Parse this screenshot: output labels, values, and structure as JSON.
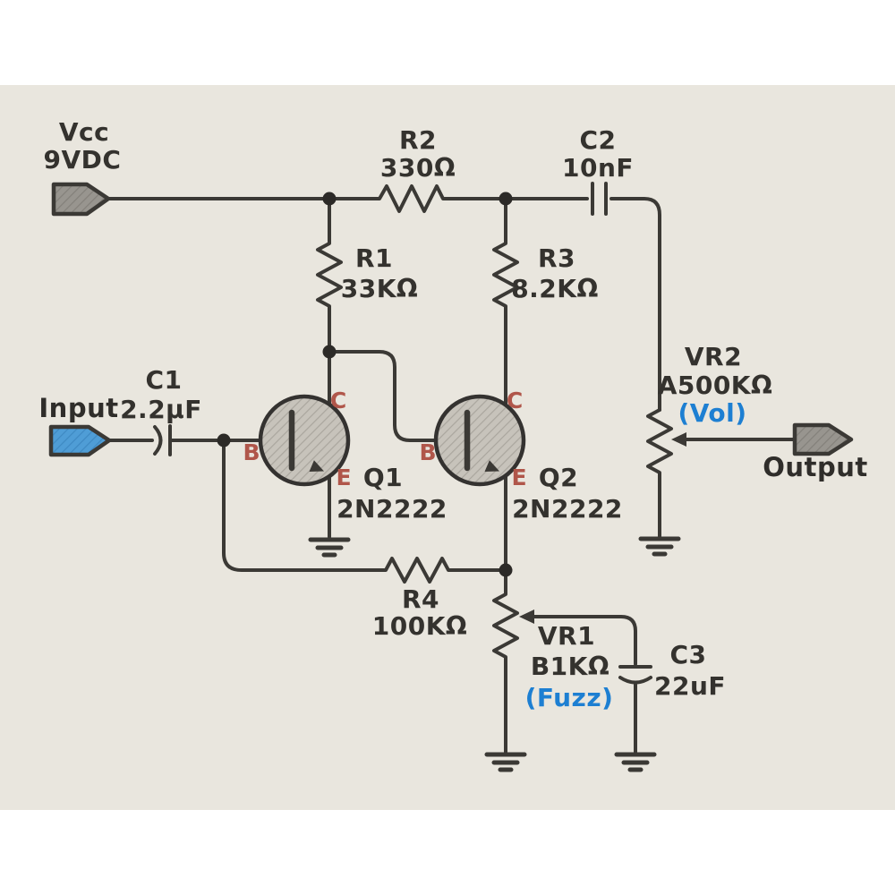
{
  "diagram": {
    "power": {
      "name": "Vcc",
      "value": "9VDC"
    },
    "input": {
      "label": "Input"
    },
    "output": {
      "label": "Output"
    },
    "resistors": {
      "r1": {
        "name": "R1",
        "value": "33KΩ"
      },
      "r2": {
        "name": "R2",
        "value": "330Ω"
      },
      "r3": {
        "name": "R3",
        "value": "8.2KΩ"
      },
      "r4": {
        "name": "R4",
        "value": "100KΩ"
      }
    },
    "capacitors": {
      "c1": {
        "name": "C1",
        "value": "2.2μF"
      },
      "c2": {
        "name": "C2",
        "value": "10nF"
      },
      "c3": {
        "name": "C3",
        "value": "22uF"
      }
    },
    "potentiometers": {
      "vr1": {
        "name": "VR1",
        "value": "B1KΩ",
        "function": "(Fuzz)"
      },
      "vr2": {
        "name": "VR2",
        "value": "A500KΩ",
        "function": "(Vol)"
      }
    },
    "transistors": {
      "q1": {
        "name": "Q1",
        "part": "2N2222",
        "pin_b": "B",
        "pin_c": "C",
        "pin_e": "E"
      },
      "q2": {
        "name": "Q2",
        "part": "2N2222",
        "pin_b": "B",
        "pin_c": "C",
        "pin_e": "E"
      }
    },
    "colors": {
      "paper": "#e9e6de",
      "ink": "#3b3935",
      "pin_label_red": "#b0564a",
      "control_label_blue": "#1d7fd2",
      "input_connector_blue": "#4f9dd6",
      "connector_gray": "#98958f"
    }
  }
}
